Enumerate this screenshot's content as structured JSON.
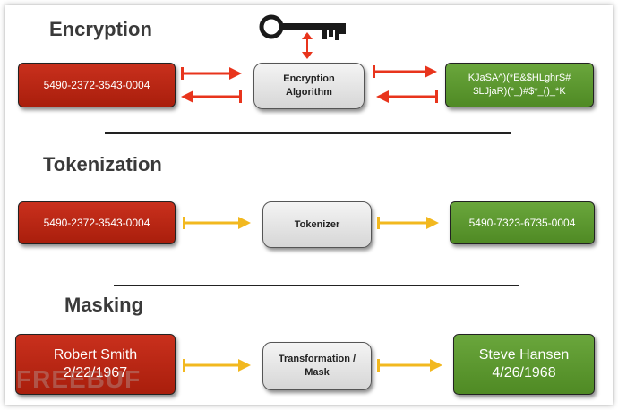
{
  "sections": [
    {
      "title": "Encryption",
      "input": "5490-2372-3543-0004",
      "process": [
        "Encryption",
        "Algorithm"
      ],
      "output": [
        "KJaSA^)(*E&$HLghrS#",
        "$LJjaR)(*_)#$*_()_*K"
      ]
    },
    {
      "title": "Tokenization",
      "input": "5490-2372-3543-0004",
      "process": "Tokenizer",
      "output": "5490-7323-6735-0004"
    },
    {
      "title": "Masking",
      "input": [
        "Robert Smith",
        "2/22/1967"
      ],
      "process": [
        "Transformation /",
        "Mask"
      ],
      "output": [
        "Steve Hansen",
        "4/26/1968"
      ]
    }
  ],
  "watermark": "FREEBUF",
  "colors": {
    "input_box": "#b8270f",
    "output_box": "#5e9a30",
    "process_box": "#e2e2e2",
    "encryption_arrows": "#e8341c",
    "flow_arrows": "#f2b81f",
    "key_icon": "#1a1a1a"
  },
  "icons": [
    "key-icon"
  ]
}
